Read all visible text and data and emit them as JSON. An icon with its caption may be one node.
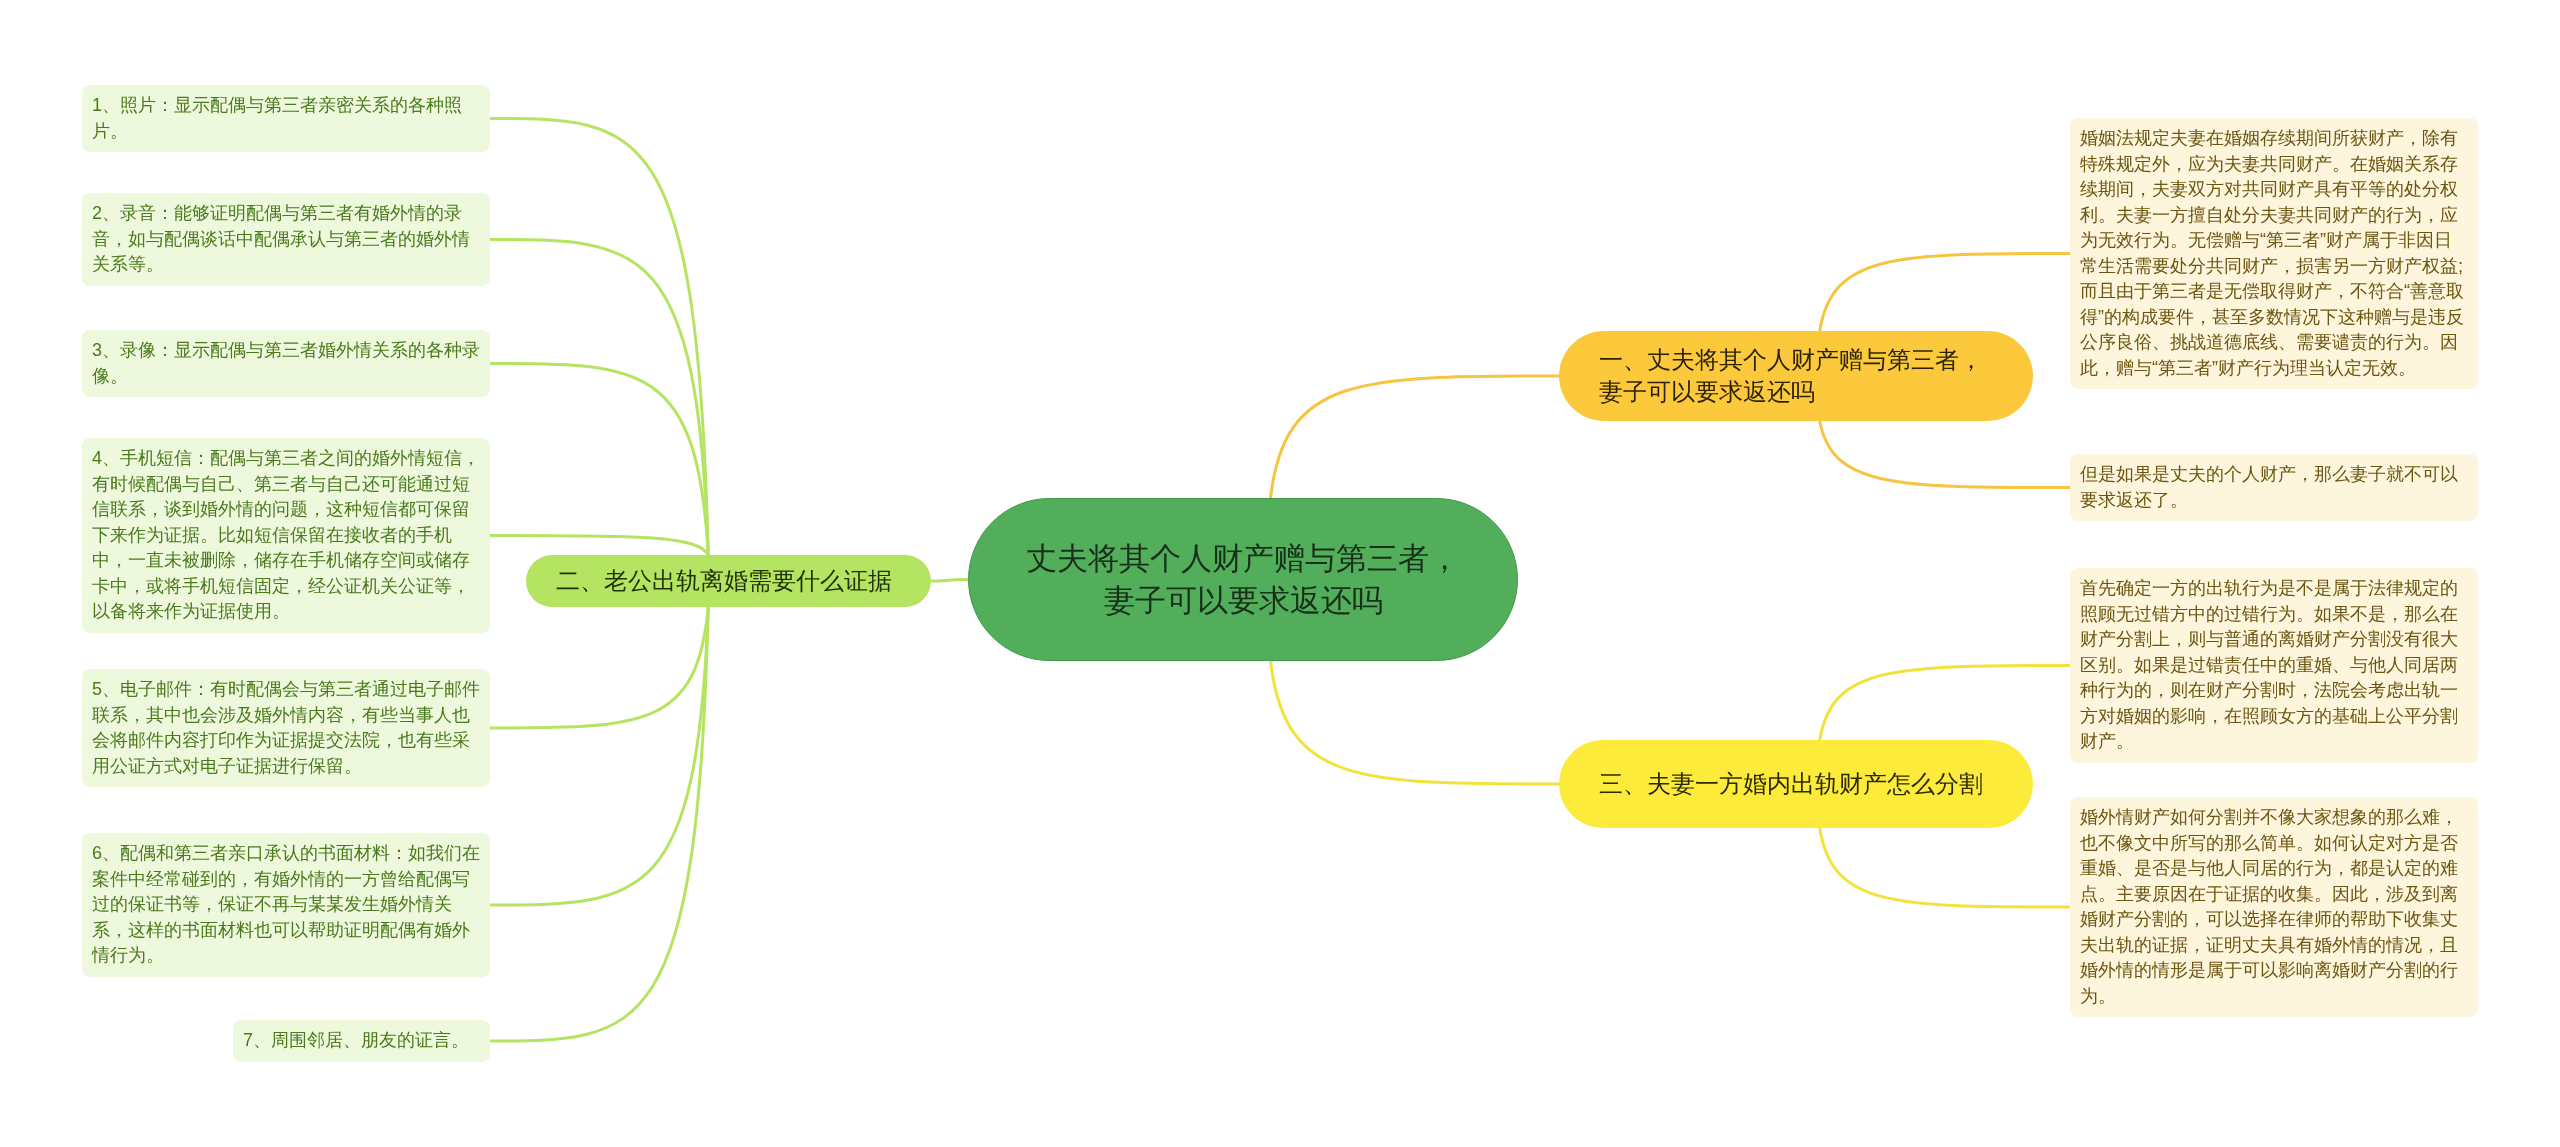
{
  "diagram": {
    "nodes": [
      {
        "text": [
          "丈夫将其个人财产赠与第三者，妻子可以要求返还吗"
        ]
      },
      {
        "text": [
          "一、丈夫将其个人财产赠与第三者，妻子可以要求返还吗"
        ]
      },
      {
        "text": [
          "婚姻法规定夫妻在婚姻存续期间所获财产，除有特殊规定外，应为夫妻共同财产。在婚姻关系存续期间，夫妻双方对共同财产具有平等的处分权利。夫妻一方擅自处分夫妻共同财产的行为，应为无效行为。无偿赠与“第三者”财产属于非因日常生活需要处分共同财产，损害另一方财产权益;而且由于第三者是无偿取得财产，不符合“善意取得”的构成要件，甚至多数情况下这种赠与是违反公序良俗、挑战道德底线、需要谴责的行为。因此，赠与“第三者”财产行为理当认定无效。"
        ]
      },
      {
        "text": [
          "但是如果是丈夫的个人财产，那么妻子就不可以要求返还了。"
        ]
      },
      {
        "text": [
          "二、老公出轨离婚需要什么证据"
        ]
      },
      {
        "text": [
          "1、照片：显示配偶与第三者亲密关系的各种照片。"
        ]
      },
      {
        "text": [
          "2、录音：能够证明配偶与第三者有婚外情的录音，如与配偶谈话中配偶承认与第三者的婚外情关系等。"
        ]
      },
      {
        "text": [
          "3、录像：显示配偶与第三者婚外情关系的各种录像。"
        ]
      },
      {
        "text": [
          "4、手机短信：配偶与第三者之间的婚外情短信，有时候配偶与自己、第三者与自己还可能通过短信联系，谈到婚外情的问题，这种短信都可保留下来作为证据。比如短信保留在接收者的手机中，一直未被删除，储存在手机储存空间或储存卡中，或将手机短信固定，经公证机关公证等，以备将来作为证据使用。"
        ]
      },
      {
        "text": [
          "5、电子邮件：有时配偶会与第三者通过电子邮件联系，其中也会涉及婚外情内容，有些当事人也会将邮件内容打印作为证据提交法院，也有些采用公证方式对电子证据进行保留。"
        ]
      },
      {
        "text": [
          "6、配偶和第三者亲口承认的书面材料：如我们在案件中经常碰到的，有婚外情的一方曾给配偶写过的保证书等，保证不再与某某发生婚外情关系，这样的书面材料也可以帮助证明配偶有婚外情行为。"
        ]
      },
      {
        "text": [
          "7、周围邻居、朋友的证言。"
        ]
      },
      {
        "text": [
          "三、夫妻一方婚内出轨财产怎么分割"
        ]
      },
      {
        "text": [
          "首先确定一方的出轨行为是不是属于法律规定的照顾无过错方中的过错行为。如果不是，那么在财产分割上，则与普通的离婚财产分割没有很大区别。如果是过错责任中的重婚、与他人同居两种行为的，则在财产分割时，法院会考虑出轨一方对婚姻的影响，在照顾女方的基础上公平分割财产。"
        ]
      },
      {
        "text": [
          "婚外情财产如何分割并不像大家想象的那么难，也不像文中所写的那么简单。如何认定对方是否重婚、是否是与他人同居的行为，都是认定的难点。主要原因在于证据的收集。因此，涉及到离婚财产分割的，可以选择在律师的帮助下收集丈夫出轨的证据，证明丈夫具有婚外情的情况，且婚外情的情形是属于可以影响离婚财产分割的行为。"
        ]
      }
    ],
    "edges": [
      {
        "from": 0,
        "to": 1,
        "arrow": "none",
        "color": "#f5c440"
      },
      {
        "from": 1,
        "to": 2,
        "arrow": "none",
        "color": "#f5c440"
      },
      {
        "from": 1,
        "to": 3,
        "arrow": "none",
        "color": "#f5c440"
      },
      {
        "from": 0,
        "to": 4,
        "arrow": "none"
      },
      {
        "from": 4,
        "to": 5,
        "arrow": "none"
      },
      {
        "from": 4,
        "to": 6,
        "arrow": "none"
      },
      {
        "from": 4,
        "to": 7,
        "arrow": "none"
      },
      {
        "from": 4,
        "to": 8,
        "arrow": "none"
      },
      {
        "from": 4,
        "to": 9,
        "arrow": "none"
      },
      {
        "from": 4,
        "to": 10,
        "arrow": "none"
      },
      {
        "from": 4,
        "to": 11,
        "arrow": "none"
      },
      {
        "from": 0,
        "to": 12,
        "arrow": "none",
        "color": "#f2e23c"
      },
      {
        "from": 12,
        "to": 13,
        "arrow": "none",
        "color": "#f2e23c"
      },
      {
        "from": 12,
        "to": 14,
        "arrow": "none",
        "color": "#f2e23c"
      }
    ]
  }
}
